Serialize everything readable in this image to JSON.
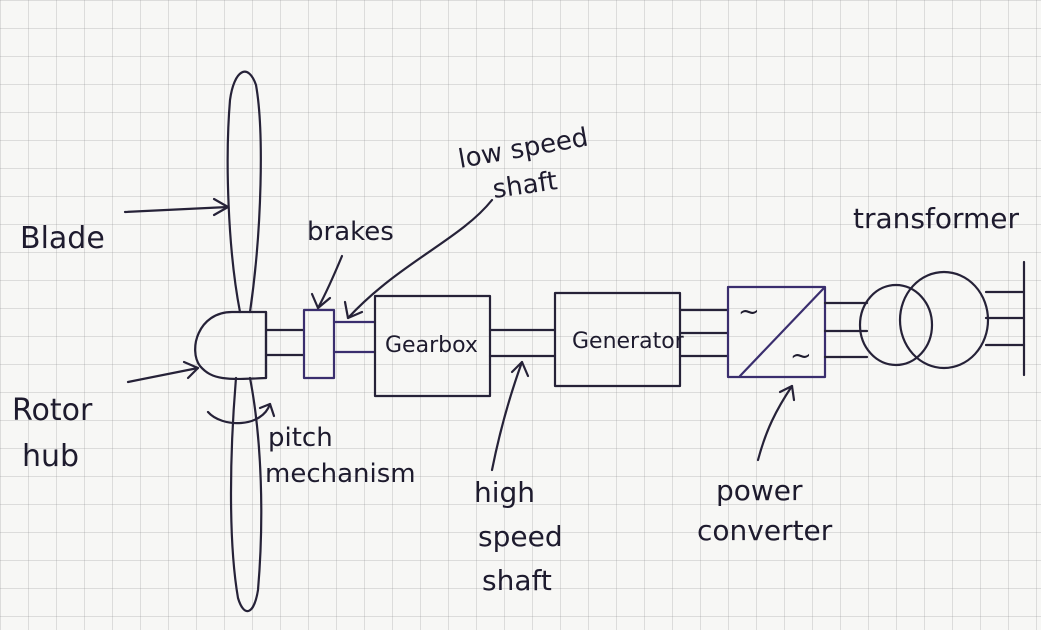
{
  "labels": {
    "blade": "Blade",
    "rotor_hub_line1": "Rotor",
    "rotor_hub_line2": "hub",
    "brakes": "brakes",
    "low_speed_shaft_line1": "low speed",
    "low_speed_shaft_line2": "shaft",
    "pitch_mechanism_line1": "pitch",
    "pitch_mechanism_line2": "mechanism",
    "gearbox": "Gearbox",
    "generator": "Generator",
    "high_speed_shaft_line1": "high",
    "high_speed_shaft_line2": "speed",
    "high_speed_shaft_line3": "shaft",
    "power_converter_line1": "power",
    "power_converter_line2": "converter",
    "transformer": "transformer",
    "converter_ac_symbol": "~"
  },
  "colors": {
    "ink": "#262238",
    "paper": "#f7f7f5",
    "grid": "#c8c8c8"
  }
}
